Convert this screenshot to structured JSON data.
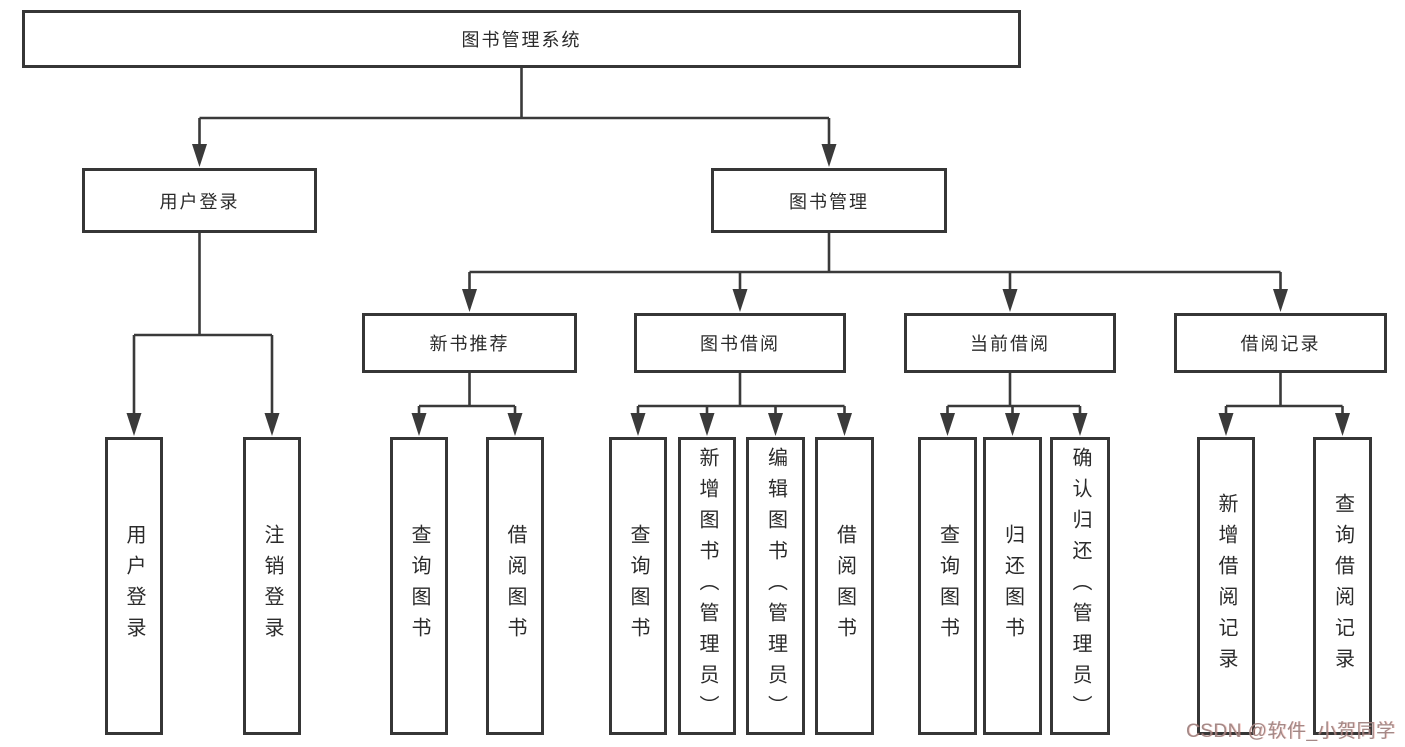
{
  "root": {
    "label": "图书管理系统"
  },
  "level2": [
    {
      "label": "用户登录"
    },
    {
      "label": "图书管理"
    }
  ],
  "level3": [
    {
      "label": "新书推荐",
      "parent": "图书管理"
    },
    {
      "label": "图书借阅",
      "parent": "图书管理"
    },
    {
      "label": "当前借阅",
      "parent": "图书管理"
    },
    {
      "label": "借阅记录",
      "parent": "图书管理"
    }
  ],
  "leaves": [
    {
      "label": "用户登录",
      "parent": "用户登录"
    },
    {
      "label": "注销登录",
      "parent": "用户登录"
    },
    {
      "label": "查询图书",
      "parent": "新书推荐"
    },
    {
      "label": "借阅图书",
      "parent": "新书推荐"
    },
    {
      "label": "查询图书",
      "parent": "图书借阅"
    },
    {
      "label": "新增图书（管理员）",
      "parent": "图书借阅"
    },
    {
      "label": "编辑图书（管理员）",
      "parent": "图书借阅"
    },
    {
      "label": "借阅图书",
      "parent": "图书借阅"
    },
    {
      "label": "查询图书",
      "parent": "当前借阅"
    },
    {
      "label": "归还图书",
      "parent": "当前借阅"
    },
    {
      "label": "确认归还（管理员）",
      "parent": "当前借阅"
    },
    {
      "label": "新增借阅记录",
      "parent": "借阅记录"
    },
    {
      "label": "查询借阅记录",
      "parent": "借阅记录"
    }
  ],
  "watermark": "CSDN @软件_小贺同学",
  "colors": {
    "line": "#3a3a3a",
    "box_border": "#363636",
    "box_fill": "#ffffff",
    "text": "#2b2b2b",
    "watermark": "#9e8482"
  }
}
